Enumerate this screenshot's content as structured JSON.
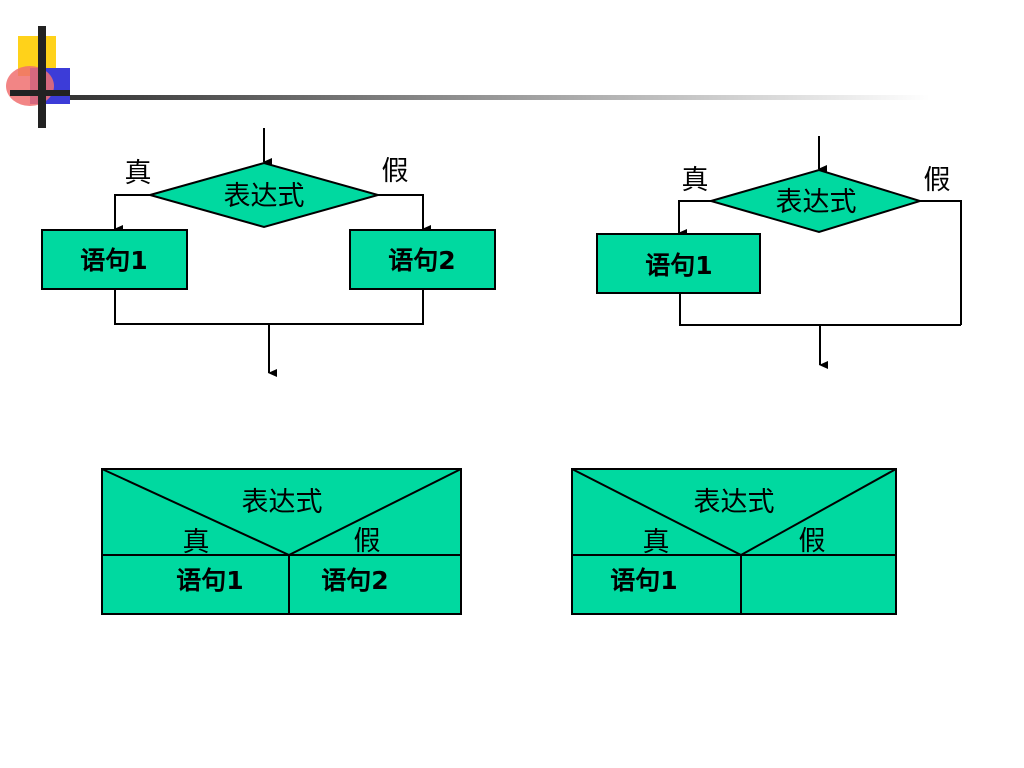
{
  "colors": {
    "fill": "#00d9a0",
    "line": "#000000",
    "accent_yellow": "#ffd21a",
    "accent_red": "#f03c3c",
    "accent_blue": "#3c3cd8"
  },
  "flow_if_else": {
    "condition": "表达式",
    "true_label": "真",
    "false_label": "假",
    "stmt1": "语句1",
    "stmt2": "语句2"
  },
  "flow_if": {
    "condition": "表达式",
    "true_label": "真",
    "false_label": "假",
    "stmt1": "语句1"
  },
  "ns_if_else": {
    "condition": "表达式",
    "true_label": "真",
    "false_label": "假",
    "stmt1": "语句1",
    "stmt2": "语句2"
  },
  "ns_if": {
    "condition": "表达式",
    "true_label": "真",
    "false_label": "假",
    "stmt1": "语句1",
    "stmt2": ""
  }
}
